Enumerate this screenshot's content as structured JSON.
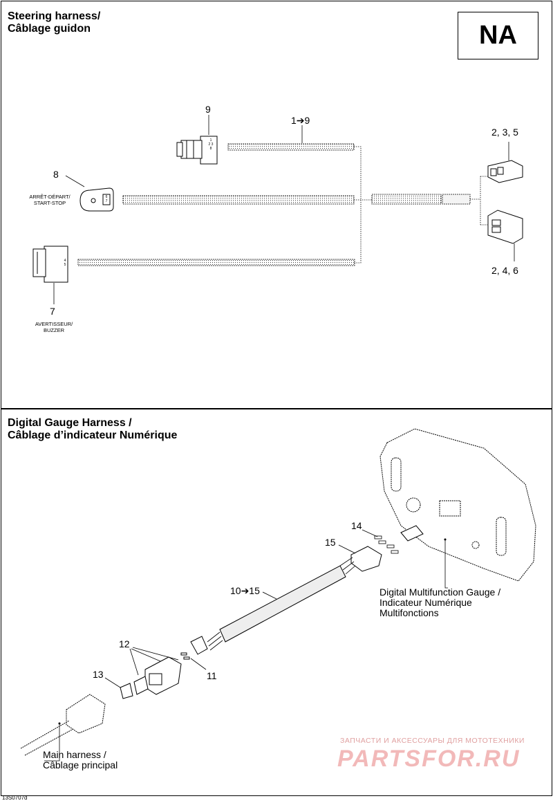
{
  "top_panel": {
    "title_line1": "Steering harness/",
    "title_line2": "Câblage guidon",
    "region_badge": "NA",
    "callouts": {
      "c9": "9",
      "c1_9": "1➔9",
      "c8": "8",
      "c7": "7",
      "c235": "2, 3, 5",
      "c246": "2, 4, 6"
    },
    "labels": {
      "start_stop_fr": "ARRÊT-DÉPART/",
      "start_stop_en": "START-STOP",
      "buzzer_fr": "AVERTISSEUR/",
      "buzzer_en": "BUZZER"
    },
    "pins": {
      "switch_top": "1",
      "switch_mid": "2 3",
      "switch_bot": "8",
      "startstop_a": "6",
      "startstop_b": "7",
      "buzzer_a": "4",
      "buzzer_b": "5"
    }
  },
  "bottom_panel": {
    "title_line1": "Digital Gauge Harness /",
    "title_line2": "Câblage d’indicateur Numérique",
    "callouts": {
      "c14": "14",
      "c15": "15",
      "c10_15": "10➔15",
      "c12": "12",
      "c13": "13",
      "c11": "11"
    },
    "gauge_label": [
      "Digital Multifunction Gauge /",
      "Indicateur Numérique",
      "Multifonctions"
    ],
    "main_harness_label": [
      "Main harness /",
      "Câblage principal"
    ]
  },
  "watermark": {
    "line1": "ЗАПЧАСТИ И АКСЕССУАРЫ ДЛЯ МОТОТЕХНИКИ",
    "line2": "PARTSFOR.RU"
  },
  "document_id": "13S0707d"
}
